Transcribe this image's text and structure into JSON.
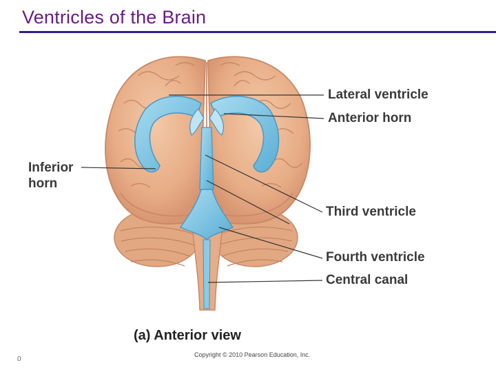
{
  "slide": {
    "title": "Ventricles of the Brain",
    "caption": "(a) Anterior view",
    "copyright": "Copyright © 2010 Pearson Education, Inc.",
    "slide_number": "0"
  },
  "labels": {
    "lateral_ventricle": "Lateral ventricle",
    "anterior_horn": "Anterior horn",
    "inferior_horn_line1": "Inferior",
    "inferior_horn_line2": "horn",
    "third_ventricle": "Third ventricle",
    "fourth_ventricle": "Fourth ventricle",
    "central_canal": "Central canal"
  },
  "colors": {
    "title": "#6a1b8a",
    "title_rule": "#2b1f8c",
    "brain_tissue": "#e9b48f",
    "ventricle": "#7ec3e2"
  }
}
